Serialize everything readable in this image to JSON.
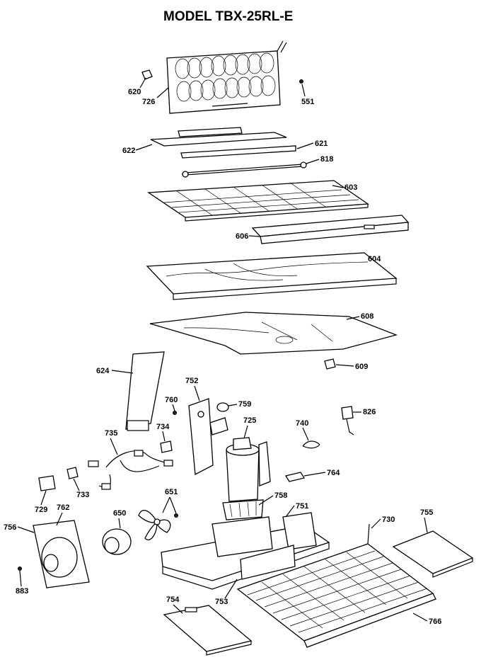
{
  "title": "MODEL TBX-25RL-E",
  "labels": {
    "p620": "620",
    "p726": "726",
    "p551": "551",
    "p622": "622",
    "p621": "621",
    "p818": "818",
    "p603": "603",
    "p606": "606",
    "p604": "604",
    "p608": "608",
    "p609": "609",
    "p624": "624",
    "p752": "752",
    "p760": "760",
    "p759": "759",
    "p725": "725",
    "p740": "740",
    "p826": "826",
    "p735": "735",
    "p734": "734",
    "p764": "764",
    "p733": "733",
    "p729": "729",
    "p762": "762",
    "p651": "651",
    "p758": "758",
    "p751": "751",
    "p650": "650",
    "p730": "730",
    "p755": "755",
    "p756": "756",
    "p883": "883",
    "p754": "754",
    "p753": "753",
    "p766": "766"
  }
}
